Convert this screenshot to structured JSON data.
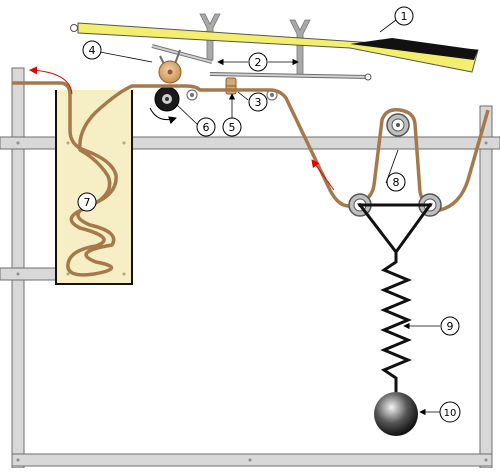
{
  "diagram": {
    "callouts": [
      {
        "id": "c1",
        "label": "1"
      },
      {
        "id": "c2",
        "label": "2"
      },
      {
        "id": "c3",
        "label": "3"
      },
      {
        "id": "c4",
        "label": "4"
      },
      {
        "id": "c5",
        "label": "5"
      },
      {
        "id": "c6",
        "label": "6"
      },
      {
        "id": "c7",
        "label": "7"
      },
      {
        "id": "c8",
        "label": "8"
      },
      {
        "id": "c9",
        "label": "9"
      },
      {
        "id": "c10",
        "label": "10"
      }
    ]
  },
  "colors": {
    "frame_fill": "#d8d8d8",
    "frame_stroke": "#6e6e6e",
    "lever_fill": "#f3ee6e",
    "lever_pad": "#111111",
    "thread": "#a6794b",
    "tank_fill": "#f6efc6",
    "spring": "#111111",
    "arrow_red": "#e00000"
  }
}
